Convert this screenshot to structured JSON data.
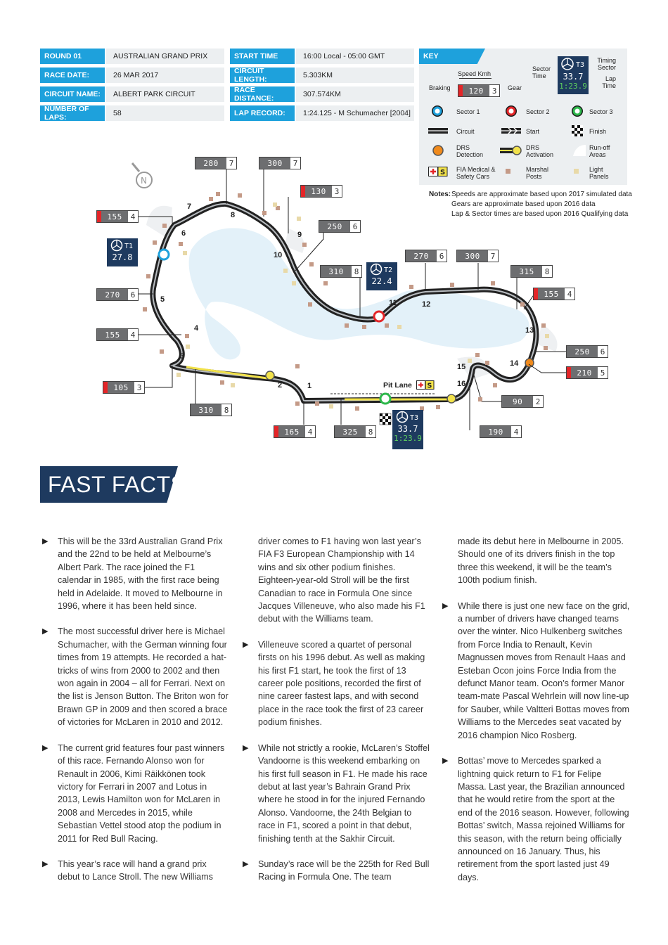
{
  "info": {
    "round_label": "ROUND 01",
    "round_value": "AUSTRALIAN GRAND PRIX",
    "date_label": "RACE DATE:",
    "date_value": "26 MAR 2017",
    "circuit_label": "CIRCUIT NAME:",
    "circuit_value": "ALBERT PARK CIRCUIT",
    "laps_label": "NUMBER OF LAPS:",
    "laps_value": "58",
    "start_label": "START TIME",
    "start_value": "16:00 Local - 05:00 GMT",
    "length_label": "CIRCUIT LENGTH:",
    "length_value": "5.303KM",
    "distance_label": "RACE DISTANCE:",
    "distance_value": "307.574KM",
    "record_label": "LAP RECORD:",
    "record_value": "1:24.125 - M Schumacher [2004]"
  },
  "key": {
    "title": "KEY",
    "speed": "Speed Kmh",
    "braking": "Braking",
    "gear": "Gear",
    "sample_speed": "120",
    "sample_gear": "3",
    "sector_time": "Sector Time",
    "timing_sector": "Timing Sector",
    "lap_time": "Lap Time",
    "sample_sector": "T3",
    "sample_sector_time": "33.7",
    "sample_lap_time": "1:23.9",
    "sector1": "Sector 1",
    "sector2": "Sector 2",
    "sector3": "Sector 3",
    "circuit": "Circuit",
    "start": "Start",
    "finish": "Finish",
    "drs_detection": "DRS Detection",
    "drs_activation": "DRS Activation",
    "runoff": "Run-off Areas",
    "fia": "FIA Medical & Safety Cars",
    "marshal": "Marshal Posts",
    "light": "Light Panels",
    "colors": {
      "sector1": "#1ea1dc",
      "sector2": "#e42528",
      "sector3": "#2db84b",
      "drs": "#f08a1c",
      "drs_act": "#f2e24b",
      "marshal": "#c49a87",
      "light": "#e8d9a8"
    }
  },
  "notes": {
    "label": "Notes:",
    "line1": "Speeds are approximate based upon 2017 simulated data",
    "line2": "Gears are approximate based upon 2016 data",
    "line3": "Lap & Sector times are based upon 2016 Qualifying data"
  },
  "map": {
    "north": "N",
    "pit_lane": "Pit Lane",
    "turns": [
      "1",
      "2",
      "3",
      "4",
      "5",
      "6",
      "7",
      "8",
      "9",
      "10",
      "11",
      "12",
      "13",
      "14",
      "15",
      "16"
    ],
    "readouts": [
      {
        "speed": "280",
        "gear": "7",
        "brake": false
      },
      {
        "speed": "300",
        "gear": "7",
        "brake": false
      },
      {
        "speed": "130",
        "gear": "3",
        "brake": true
      },
      {
        "speed": "155",
        "gear": "4",
        "brake": true
      },
      {
        "speed": "250",
        "gear": "6",
        "brake": false
      },
      {
        "speed": "310",
        "gear": "8",
        "brake": false
      },
      {
        "speed": "270",
        "gear": "6",
        "brake": false
      },
      {
        "speed": "300",
        "gear": "7",
        "brake": false
      },
      {
        "speed": "315",
        "gear": "8",
        "brake": false
      },
      {
        "speed": "270",
        "gear": "6",
        "brake": false
      },
      {
        "speed": "155",
        "gear": "4",
        "brake": true
      },
      {
        "speed": "155",
        "gear": "4",
        "brake": false
      },
      {
        "speed": "250",
        "gear": "6",
        "brake": false
      },
      {
        "speed": "210",
        "gear": "5",
        "brake": true
      },
      {
        "speed": "105",
        "gear": "3",
        "brake": true
      },
      {
        "speed": "310",
        "gear": "8",
        "brake": false
      },
      {
        "speed": "90",
        "gear": "2",
        "brake": false
      },
      {
        "speed": "165",
        "gear": "4",
        "brake": true
      },
      {
        "speed": "325",
        "gear": "8",
        "brake": false
      },
      {
        "speed": "190",
        "gear": "4",
        "brake": false
      }
    ],
    "sectors": [
      {
        "name": "T1",
        "time": "27.8"
      },
      {
        "name": "T2",
        "time": "22.4"
      },
      {
        "name": "T3",
        "time": "33.7",
        "lap": "1:23.9"
      }
    ]
  },
  "fast_facts": {
    "title": "FAST FACTS",
    "col1": [
      "This will be the 33rd Australian Grand Prix and the 22nd to be held at Melbourne’s Albert Park. The race joined the F1 calendar in 1985, with the first race being held in Adelaide. It moved to Melbourne in 1996, where it has been held since.",
      "The most successful driver here is Michael Schumacher, with the German winning four times from 19 attempts. He recorded a hat-tricks of wins from 2000 to 2002 and then won again in 2004 – all for Ferrari. Next on the list is Jenson Button. The Briton won for Brawn GP in 2009 and then scored a brace of victories for McLaren in 2010 and 2012.",
      "The current grid features four past winners of this race. Fernando Alonso won for Renault in 2006, Kimi Räikkönen took victory for Ferrari in 2007 and Lotus in 2013, Lewis Hamilton won for McLaren in 2008 and Mercedes in 2015, while Sebastian Vettel stood atop the podium in 2011 for Red Bull Racing.",
      "This year’s race will hand a grand prix debut to Lance Stroll. The new Williams"
    ],
    "col2_cont": "driver comes to F1 having won last year’s FIA F3 European Championship with 14 wins and six other podium finishes. Eighteen-year-old Stroll will be the first Canadian to race in Formula One since Jacques Villeneuve, who also made his F1 debut with the Williams team.",
    "col2": [
      "Villeneuve scored a quartet of personal firsts on his 1996 debut. As well as making his first F1 start, he took the first of 13 career pole positions, recorded the first of nine career fastest laps, and with second place in the race took the first of 23 career podium finishes.",
      "While not strictly a rookie, McLaren’s Stoffel Vandoorne is this weekend embarking on his first full season in F1. He made his race debut at last year’s Bahrain Grand Prix where he stood in for the injured Fernando Alonso. Vandoorne, the 24th Belgian to race in F1, scored a point in that debut, finishing tenth at the Sakhir Circuit.",
      "Sunday’s race will be the 225th for Red Bull Racing in Formula One. The team"
    ],
    "col3_cont": "made its debut here in Melbourne in 2005. Should one of its drivers finish in the top three this weekend, it will be the team’s 100th podium finish.",
    "col3": [
      "While there is just one new face on the grid, a number of drivers have changed teams over the winter. Nico Hulkenberg switches from Force India to Renault, Kevin Magnussen moves from Renault Haas and Esteban Ocon joins Force India from the defunct Manor team. Ocon’s former Manor team-mate Pascal Wehrlein will now line-up for Sauber, while Valtteri Bottas moves from Williams to the Mercedes seat vacated by 2016 champion Nico Rosberg.",
      "Bottas’ move to Mercedes sparked a lightning quick return to F1 for Felipe Massa. Last year, the Brazilian announced that he would retire from the sport at the end of the 2016 season. However, following Bottas’ switch, Massa rejoined Williams for this season, with the return being officially announced on 16 January. Thus, his retirement from the sport lasted just 49 days."
    ]
  }
}
